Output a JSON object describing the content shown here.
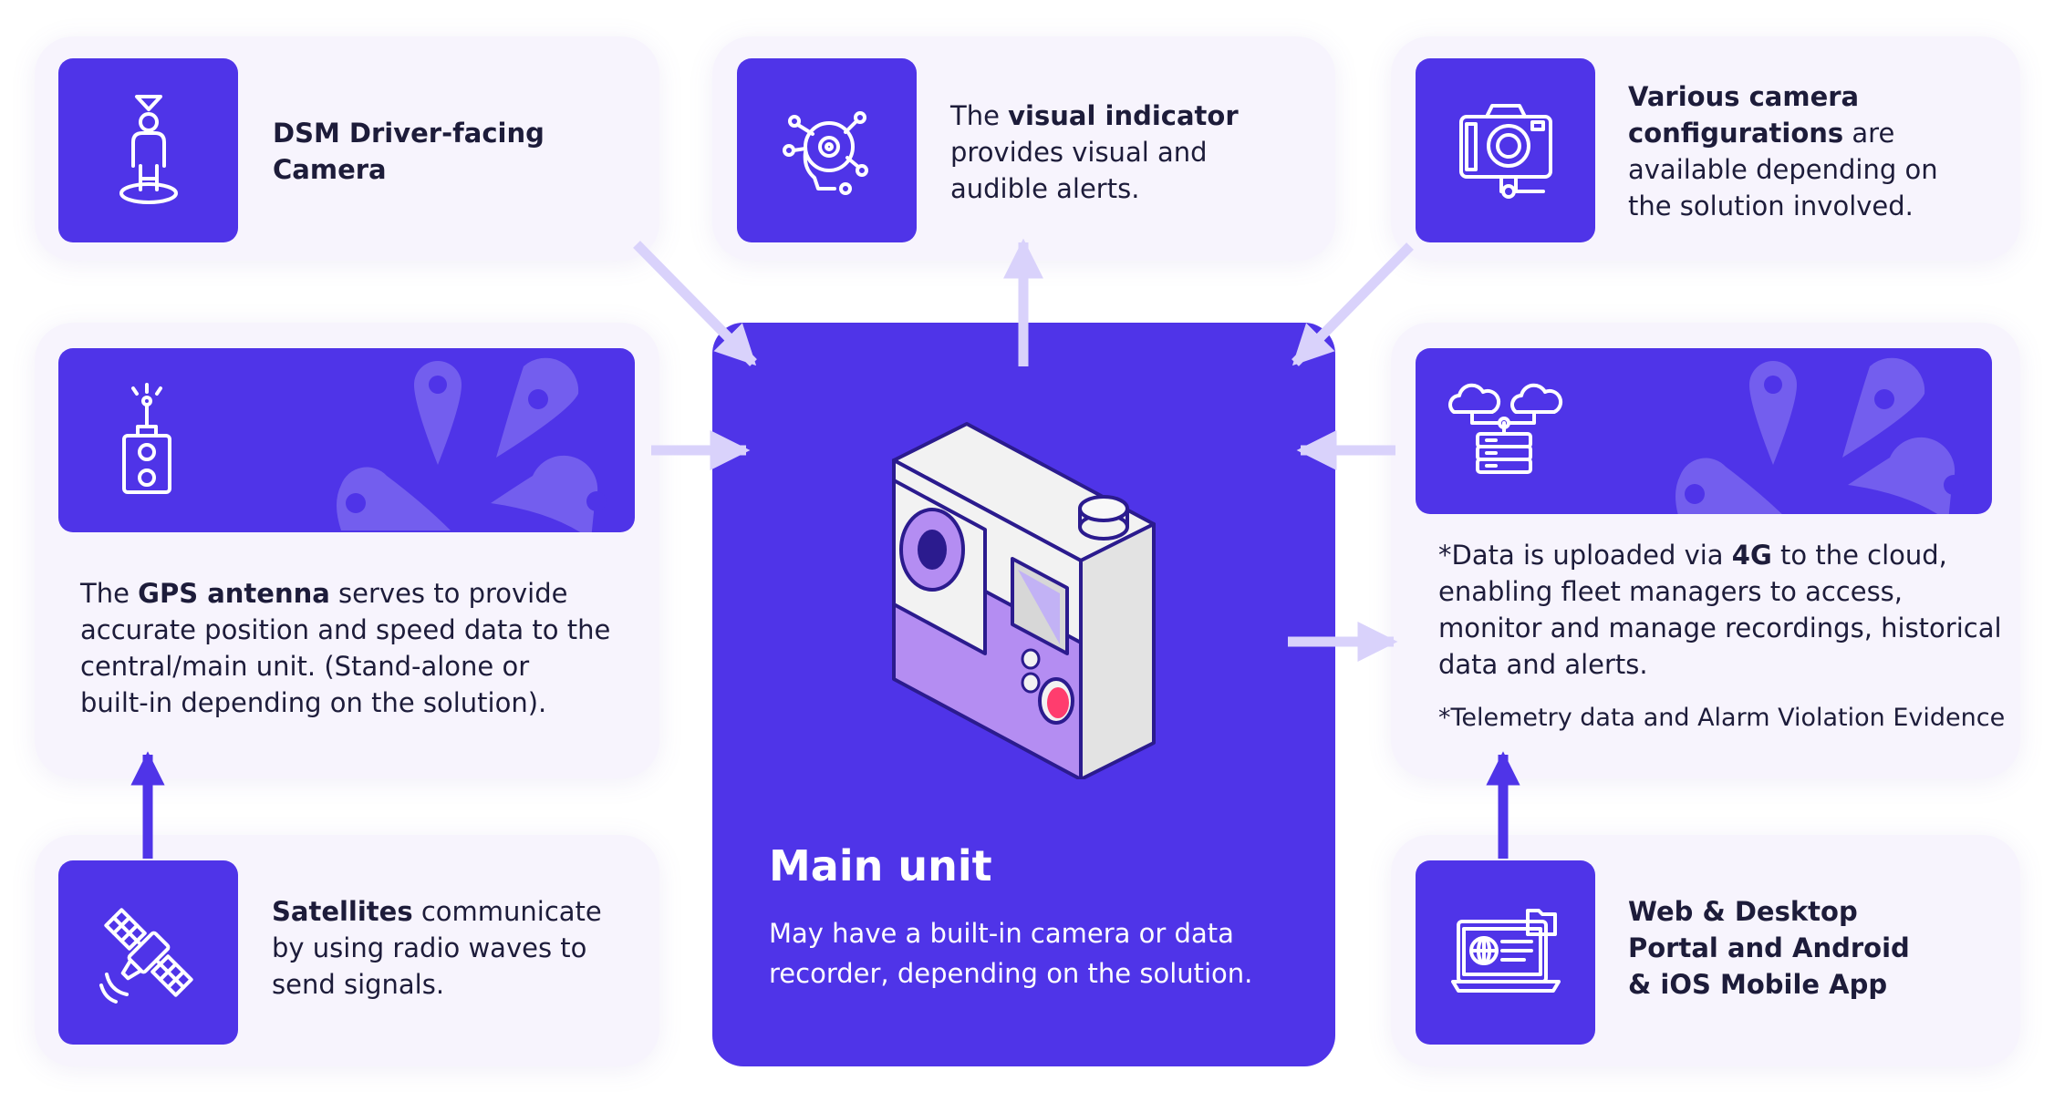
{
  "cards": {
    "dsm": {
      "title_line1": "DSM Driver-facing",
      "title_line2": "Camera"
    },
    "visual": {
      "line1_pre": "The ",
      "line1_bold": "visual indicator",
      "line2": "provides visual and",
      "line3": "audible alerts."
    },
    "camera_config": {
      "line1_bold": "Various camera",
      "line2_bold": "configurations",
      "line2_rest": " are",
      "line3": "available depending on",
      "line4": "the solution involved."
    },
    "gps": {
      "line1_pre": "The ",
      "line1_bold": "GPS antenna",
      "line1_rest": " serves to provide",
      "line2": "accurate position and speed data to the",
      "line3": "central/main unit. (Stand-alone or",
      "line4": "built-in depending on the solution)."
    },
    "cloud": {
      "line1_pre": "*Data is uploaded via ",
      "line1_bold": "4G",
      "line1_rest": " to the cloud,",
      "line2": "enabling fleet managers to access,",
      "line3": "monitor and manage recordings, historical",
      "line4": "data and alerts.",
      "note": "*Telemetry data and Alarm Violation Evidence"
    },
    "satellites": {
      "line1_bold": "Satellites",
      "line1_rest": " communicate",
      "line2": "by using radio waves to",
      "line3": "send signals."
    },
    "portal": {
      "line1": "Web & Desktop",
      "line2": "Portal and Android",
      "line3": "& iOS Mobile App"
    }
  },
  "main_unit": {
    "title": "Main unit",
    "desc_line1": "May have a built-in camera or data",
    "desc_line2": "recorder, depending on the solution."
  },
  "colors": {
    "primary": "#4f34e8",
    "card_bg": "#f7f4fd",
    "arrow_light": "#d9d2fb",
    "camera_purple": "#b48df2",
    "record_red": "#ff3d6e"
  },
  "icons": [
    "driver-camera-icon",
    "visual-alert-icon",
    "camera-config-icon",
    "gps-antenna-icon",
    "cloud-server-icon",
    "satellite-icon",
    "web-portal-icon",
    "main-unit-camera-illustration"
  ]
}
